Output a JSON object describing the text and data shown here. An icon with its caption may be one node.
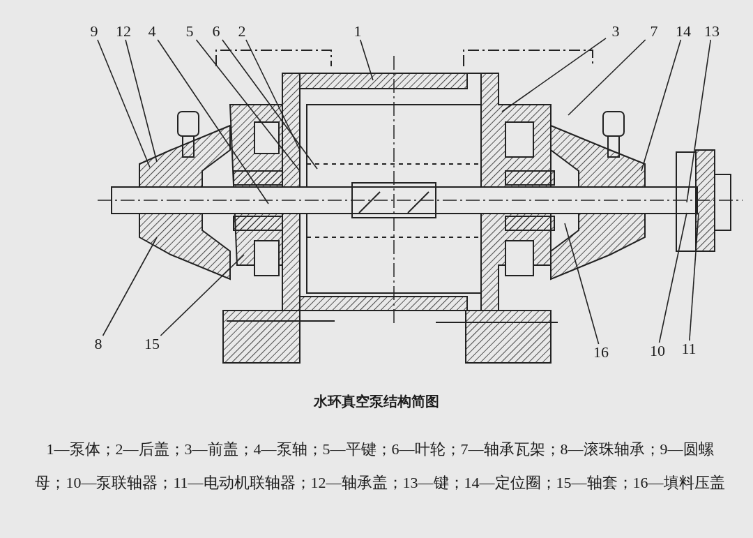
{
  "diagram": {
    "title": "水环真空泵结构简图",
    "nodes": [
      {
        "text": [
          "9"
        ]
      },
      {
        "text": [
          "12"
        ]
      },
      {
        "text": [
          "4"
        ]
      },
      {
        "text": [
          "5"
        ]
      },
      {
        "text": [
          "6"
        ]
      },
      {
        "text": [
          "2"
        ]
      },
      {
        "text": [
          "1"
        ]
      },
      {
        "text": [
          "3"
        ]
      },
      {
        "text": [
          "7"
        ]
      },
      {
        "text": [
          "14"
        ]
      },
      {
        "text": [
          "13"
        ]
      },
      {
        "text": [
          "8"
        ]
      },
      {
        "text": [
          "15"
        ]
      },
      {
        "text": [
          "16"
        ]
      },
      {
        "text": [
          "10"
        ]
      },
      {
        "text": [
          "11"
        ]
      }
    ],
    "edges": [
      {
        "from": 0,
        "to": null,
        "arrow": "none"
      },
      {
        "from": 1,
        "to": null,
        "arrow": "none"
      },
      {
        "from": 2,
        "to": null,
        "arrow": "none"
      },
      {
        "from": 3,
        "to": null,
        "arrow": "none"
      },
      {
        "from": 4,
        "to": null,
        "arrow": "none"
      },
      {
        "from": 5,
        "to": null,
        "arrow": "none"
      },
      {
        "from": 6,
        "to": null,
        "arrow": "none"
      },
      {
        "from": 7,
        "to": null,
        "arrow": "none"
      },
      {
        "from": 8,
        "to": null,
        "arrow": "none"
      },
      {
        "from": 9,
        "to": null,
        "arrow": "none"
      },
      {
        "from": 10,
        "to": null,
        "arrow": "none"
      },
      {
        "from": 11,
        "to": null,
        "arrow": "none"
      },
      {
        "from": 12,
        "to": null,
        "arrow": "none"
      },
      {
        "from": 13,
        "to": null,
        "arrow": "none"
      },
      {
        "from": 14,
        "to": null,
        "arrow": "none"
      },
      {
        "from": 15,
        "to": null,
        "arrow": "none"
      }
    ],
    "labels": [
      "1—泵体；2—后盖；3—前盖；4—泵轴；5—平键；6—叶轮；7—轴承瓦架；8—滚珠轴承；9—圆螺母；10—泵联轴器；11—电动机联轴器；12—轴承盖；13—键；14—定位圈；15—轴套；16—填料压盖"
    ]
  }
}
